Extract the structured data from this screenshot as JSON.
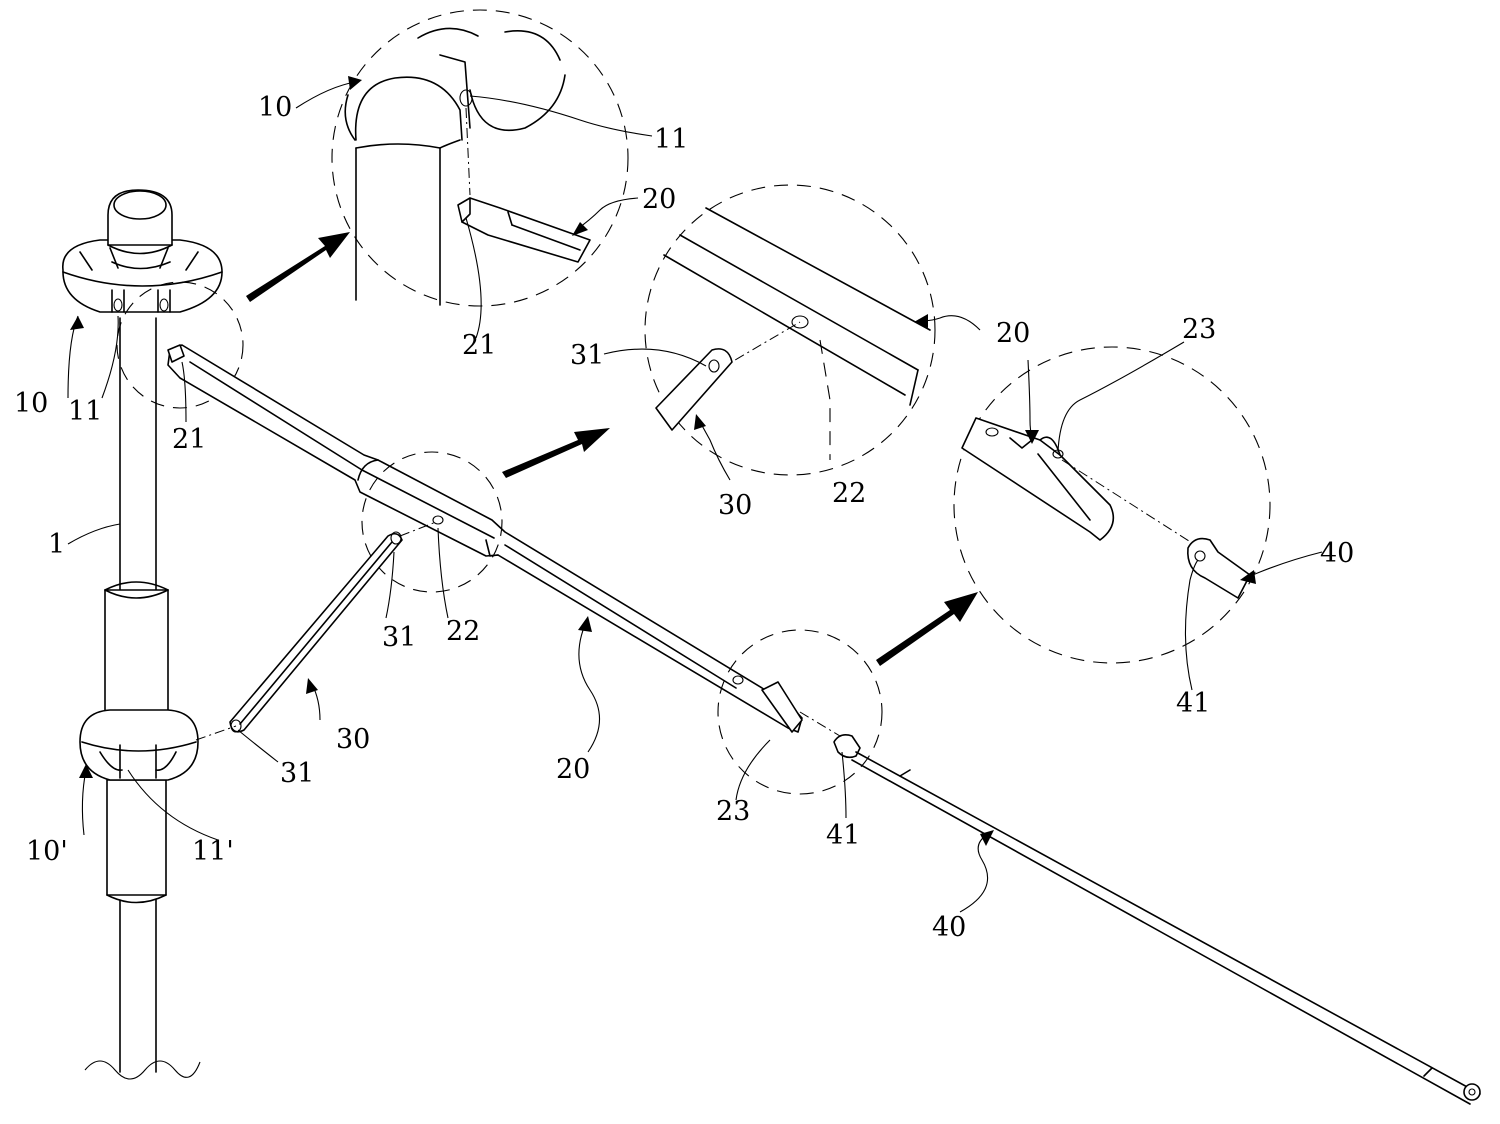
{
  "labels": {
    "ref_1": "1",
    "ref_10": "10",
    "ref_10_detail": "10",
    "ref_10_prime": "10'",
    "ref_11": "11",
    "ref_11_detail": "11",
    "ref_11_prime": "11'",
    "ref_20_main": "20",
    "ref_20_detail_top": "20",
    "ref_20_detail_mid": "20",
    "ref_20_detail_right": "20",
    "ref_21": "21",
    "ref_21_detail": "21",
    "ref_22": "22",
    "ref_22_detail": "22",
    "ref_23": "23",
    "ref_23_detail": "23",
    "ref_30": "30",
    "ref_30_detail": "30",
    "ref_31_upper": "31",
    "ref_31_lower": "31",
    "ref_31_detail": "31",
    "ref_40": "40",
    "ref_40_detail": "40",
    "ref_41": "41",
    "ref_41_detail": "41"
  }
}
